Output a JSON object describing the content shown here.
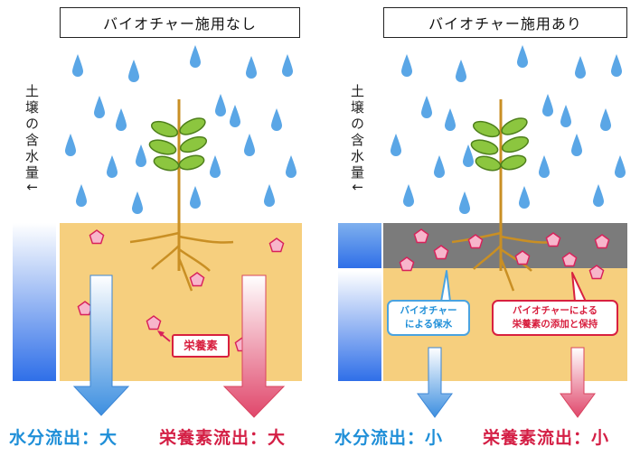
{
  "left_panel": {
    "title": "バイオチャー施用なし",
    "vertical_label": "土壌の含水量↓",
    "nutrient_label": "栄養素",
    "water_outflow": "水分流出：大",
    "nutrient_outflow": "栄養素流出：大"
  },
  "right_panel": {
    "title": "バイオチャー施用あり",
    "vertical_label": "土壌の含水量↓",
    "water_callout": [
      "バイオチャー",
      "による保水"
    ],
    "nutrient_callout": [
      "バイオチャーによる",
      "栄養素の添加と保持"
    ],
    "water_outflow": "水分流出：小",
    "nutrient_outflow": "栄養素流出：小"
  },
  "colors": {
    "rain": "#5aa6e6",
    "soil": "#f6cf7e",
    "biochar_layer": "#7b7b7b",
    "water_arrow": "#3d8fe0",
    "nutrient_arrow": "#e0476b",
    "nutrient_marker": "#f7b6cb",
    "leaf": "#8cc63f",
    "root": "#c98f24"
  }
}
